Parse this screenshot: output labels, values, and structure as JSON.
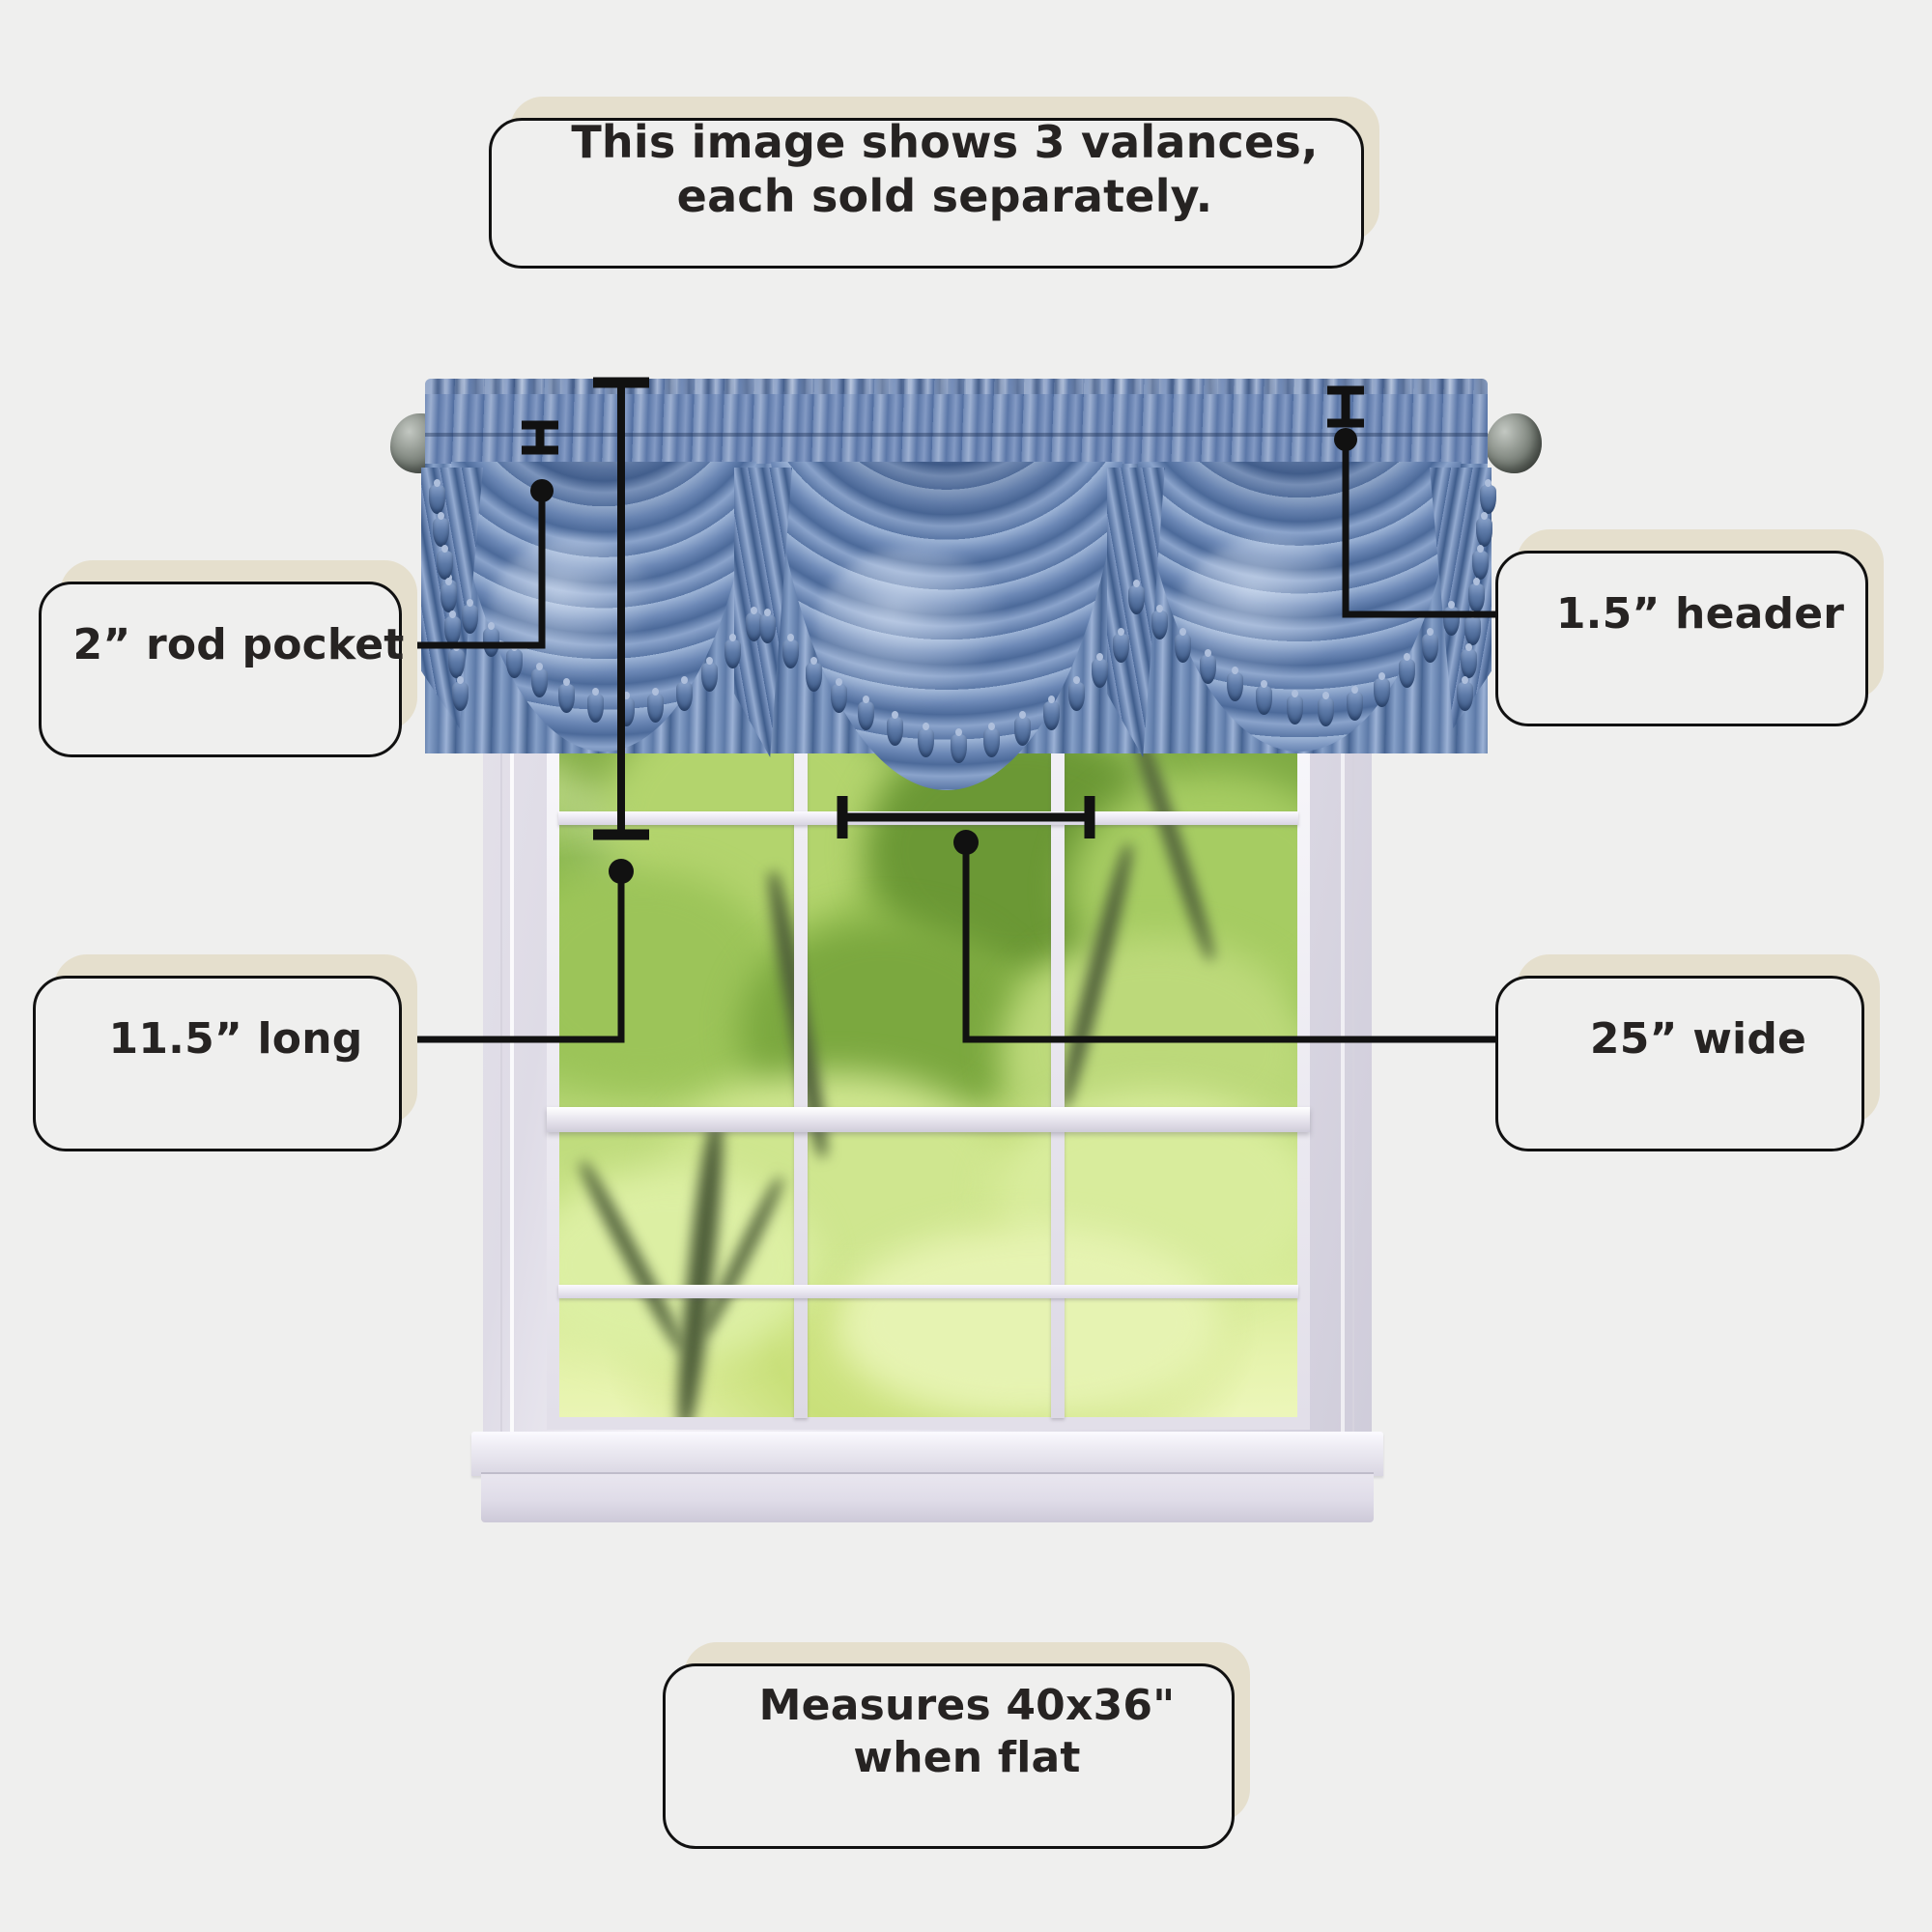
{
  "meta": {
    "background_color": "#efefee",
    "callout_fill": "#e5dfcd",
    "callout_text_color": "#262322",
    "annotation_line_color": "#111111",
    "valance_color": "#5d7aa8"
  },
  "callouts": {
    "top": {
      "line1": "This image shows 3 valances,",
      "line2": "each sold separately."
    },
    "rod_pocket": {
      "text": "2” rod pocket"
    },
    "header": {
      "text": "1.5” header"
    },
    "long": {
      "text": "11.5” long"
    },
    "wide": {
      "text": "25” wide"
    },
    "flat": {
      "line1": "Measures 40x36\"",
      "line2": "when flat"
    }
  },
  "scene": {
    "product": "blue waterfall window valance with tassel trim",
    "window": "double-hung window with 3x3 grille looking onto green trees",
    "hardware": "curtain rod with pewter ball finials"
  }
}
